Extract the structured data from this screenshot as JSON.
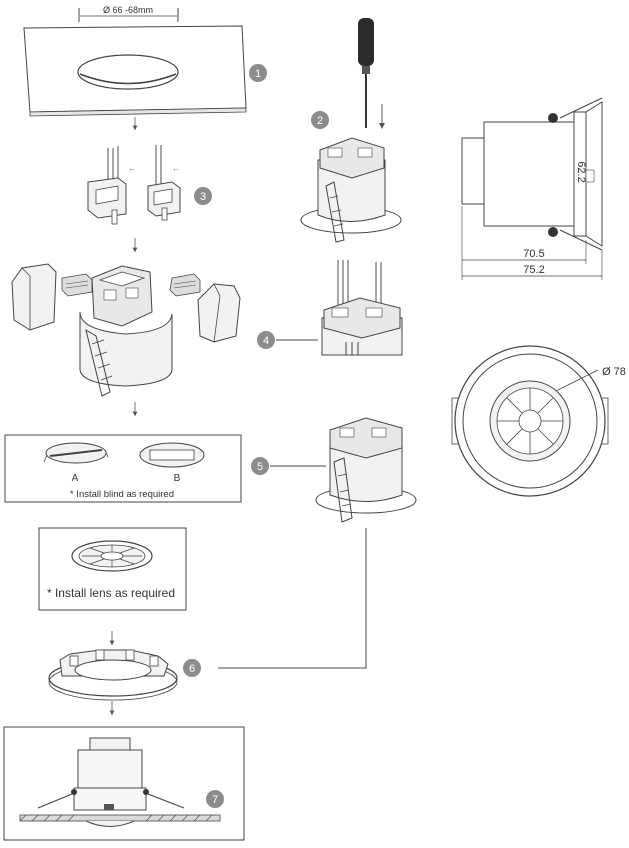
{
  "dimensions": {
    "cutout": "Ø 66 -68mm",
    "height": "62.2",
    "depth": "70.5",
    "total_depth": "75.2",
    "diameter": "Ø 78"
  },
  "steps": {
    "s1": "1",
    "s2": "2",
    "s3": "3",
    "s4": "4",
    "s5": "5",
    "s6": "6",
    "s7": "7"
  },
  "blind_box": {
    "option_a": "A",
    "option_b": "B",
    "note": "* Install blind as required"
  },
  "lens_box": {
    "note": "* Install lens as required"
  },
  "colors": {
    "line": "#444444",
    "fill_light": "#f2f2f2",
    "fill_mid": "#d9d9d9",
    "badge": "#8c8c8c"
  }
}
